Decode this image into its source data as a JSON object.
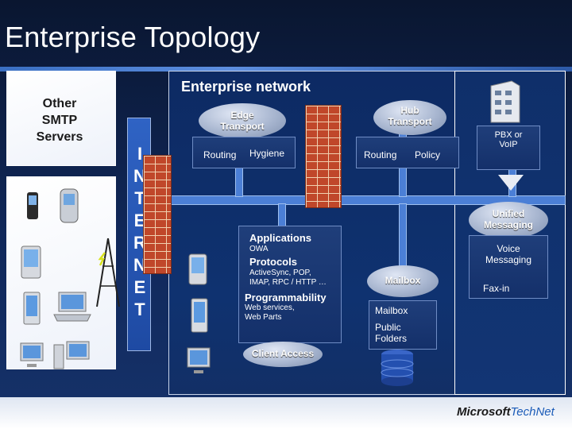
{
  "title": "Enterprise Topology",
  "left": {
    "smtp_line1": "Other",
    "smtp_line2": "SMTP",
    "smtp_line3": "Servers"
  },
  "internet_letters": [
    "I",
    "N",
    "T",
    "E",
    "R",
    "N",
    "E",
    "T"
  ],
  "enterprise_network": "Enterprise network",
  "edge": {
    "line1": "Edge",
    "line2": "Transport",
    "routing": "Routing",
    "hygiene": "Hygiene"
  },
  "hub": {
    "line1": "Hub",
    "line2": "Transport",
    "routing": "Routing",
    "policy": "Policy"
  },
  "pbx": {
    "line1": "PBX or",
    "line2": "VoIP"
  },
  "um": {
    "line1": "Unified",
    "line2": "Messaging",
    "voice_line1": "Voice",
    "voice_line2": "Messaging",
    "fax": "Fax-in"
  },
  "client_access": {
    "applications": "Applications",
    "owa": "OWA",
    "protocols": "Protocols",
    "protocols_detail_1": "ActiveSync, POP,",
    "protocols_detail_2": "IMAP, RPC / HTTP …",
    "programmability": "Programmability",
    "prog_detail_1": "Web services,",
    "prog_detail_2": "Web Parts",
    "label": "Client Access"
  },
  "mailbox": {
    "bubble": "Mailbox",
    "mailbox": "Mailbox",
    "public_line1": "Public",
    "public_line2": "Folders"
  },
  "brand": {
    "ms": "Microsoft",
    "tn": "TechNet"
  },
  "colors": {
    "accent": "#3a6fc2",
    "firewall": "#c0472a",
    "pipe": "#4b7fd6"
  }
}
